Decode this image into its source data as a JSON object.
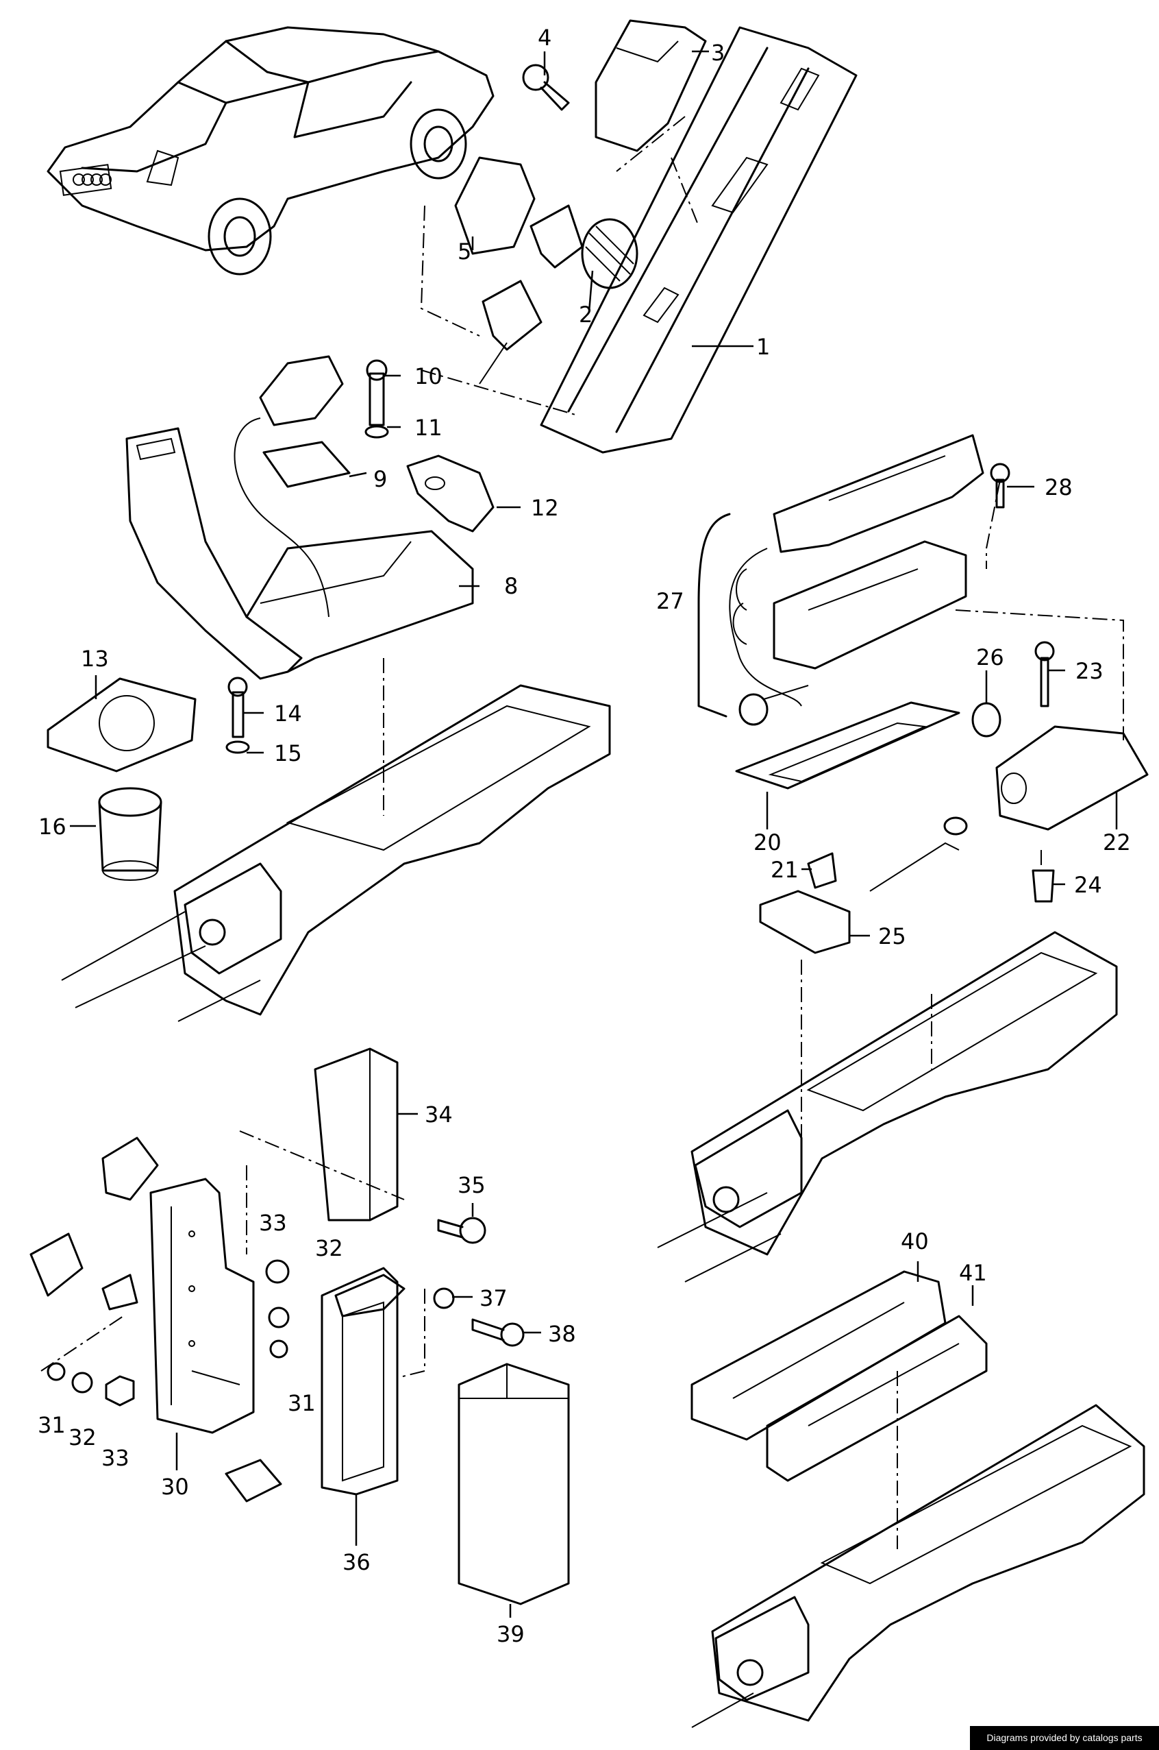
{
  "callouts": [
    {
      "id": "p1",
      "text": "1"
    },
    {
      "id": "p2",
      "text": "2"
    },
    {
      "id": "p3",
      "text": "3"
    },
    {
      "id": "p4",
      "text": "4"
    },
    {
      "id": "p5",
      "text": "5"
    },
    {
      "id": "p8",
      "text": "8"
    },
    {
      "id": "p9",
      "text": "9"
    },
    {
      "id": "p10",
      "text": "10"
    },
    {
      "id": "p11",
      "text": "11"
    },
    {
      "id": "p12",
      "text": "12"
    },
    {
      "id": "p13",
      "text": "13"
    },
    {
      "id": "p14",
      "text": "14"
    },
    {
      "id": "p15",
      "text": "15"
    },
    {
      "id": "p16",
      "text": "16"
    },
    {
      "id": "p20",
      "text": "20"
    },
    {
      "id": "p21",
      "text": "21"
    },
    {
      "id": "p22",
      "text": "22"
    },
    {
      "id": "p23",
      "text": "23"
    },
    {
      "id": "p24",
      "text": "24"
    },
    {
      "id": "p25",
      "text": "25"
    },
    {
      "id": "p26",
      "text": "26"
    },
    {
      "id": "p27",
      "text": "27"
    },
    {
      "id": "p28",
      "text": "28"
    },
    {
      "id": "p30",
      "text": "30"
    },
    {
      "id": "p31a",
      "text": "31"
    },
    {
      "id": "p31b",
      "text": "31"
    },
    {
      "id": "p32a",
      "text": "32"
    },
    {
      "id": "p32b",
      "text": "32"
    },
    {
      "id": "p33a",
      "text": "33"
    },
    {
      "id": "p33b",
      "text": "33"
    },
    {
      "id": "p34",
      "text": "34"
    },
    {
      "id": "p35",
      "text": "35"
    },
    {
      "id": "p36",
      "text": "36"
    },
    {
      "id": "p37",
      "text": "37"
    },
    {
      "id": "p38",
      "text": "38"
    },
    {
      "id": "p39",
      "text": "39"
    },
    {
      "id": "p40",
      "text": "40"
    },
    {
      "id": "p41",
      "text": "41"
    }
  ],
  "footer": {
    "credit": "Diagrams provided by catalogs parts"
  }
}
